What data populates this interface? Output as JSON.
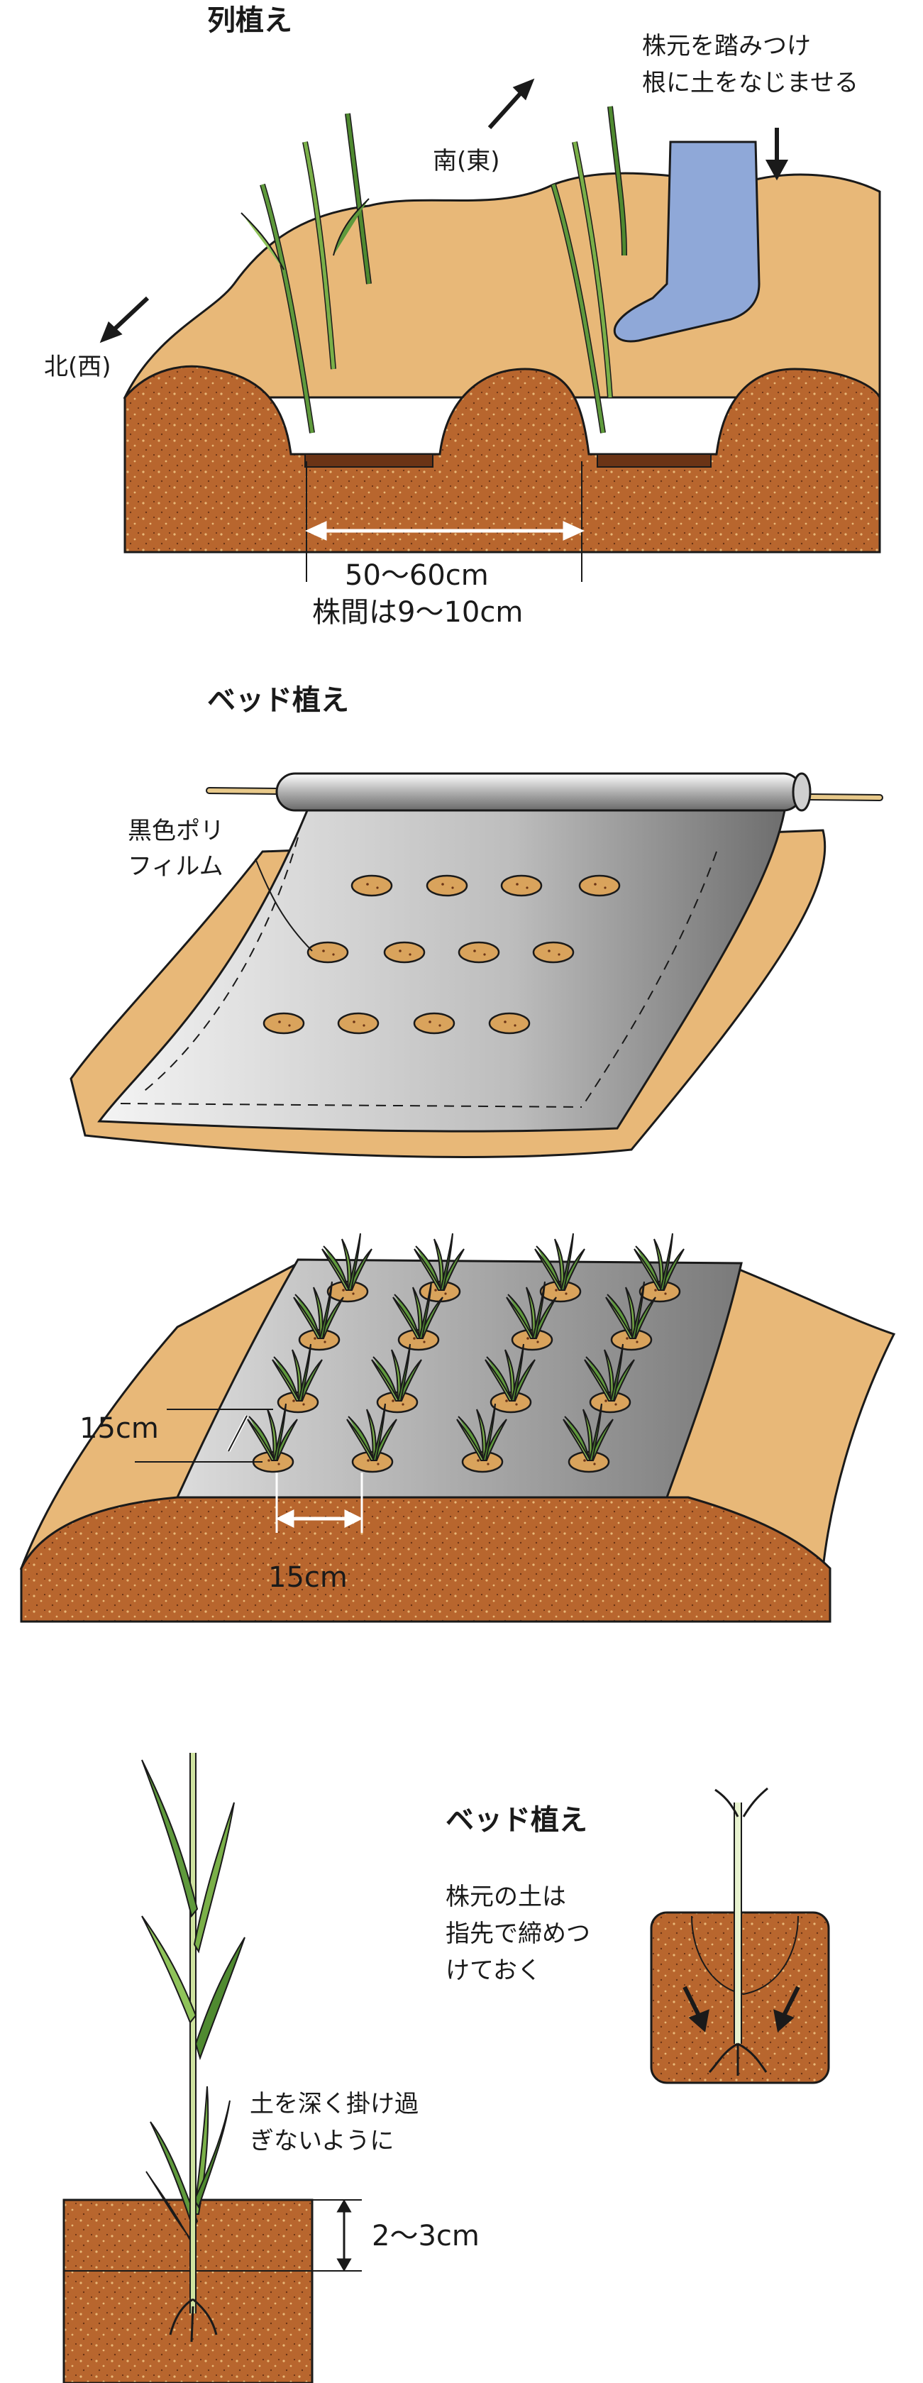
{
  "section1": {
    "title": "列植え",
    "note_line1": "株元を踏みつけ",
    "note_line2": "根に土をなじませる",
    "dir_south": "南(東)",
    "dir_north": "北(西)",
    "spacing": "50〜60cm",
    "plant_spacing": "株間は9〜10cm"
  },
  "section2": {
    "title": "ベッド植え",
    "film_line1": "黒色ポリ",
    "film_line2": "フィルム",
    "dim_vertical": "15cm",
    "dim_horizontal": "15cm"
  },
  "section3": {
    "depth_note_line1": "土を深く掛け過",
    "depth_note_line2": "ぎないように",
    "depth": "2〜3cm",
    "bed_title": "ベッド植え",
    "bed_note_line1": "株元の土は",
    "bed_note_line2": "指先で締めつ",
    "bed_note_line3": "けておく"
  },
  "colors": {
    "soil_light": "#e8b878",
    "soil_dark": "#b8662e",
    "soil_edge": "#5a2a10",
    "plant": "#5f9a3c",
    "plant_light": "#cfe3a0",
    "boot": "#8fa8d8",
    "film": "#9a9a9a"
  }
}
